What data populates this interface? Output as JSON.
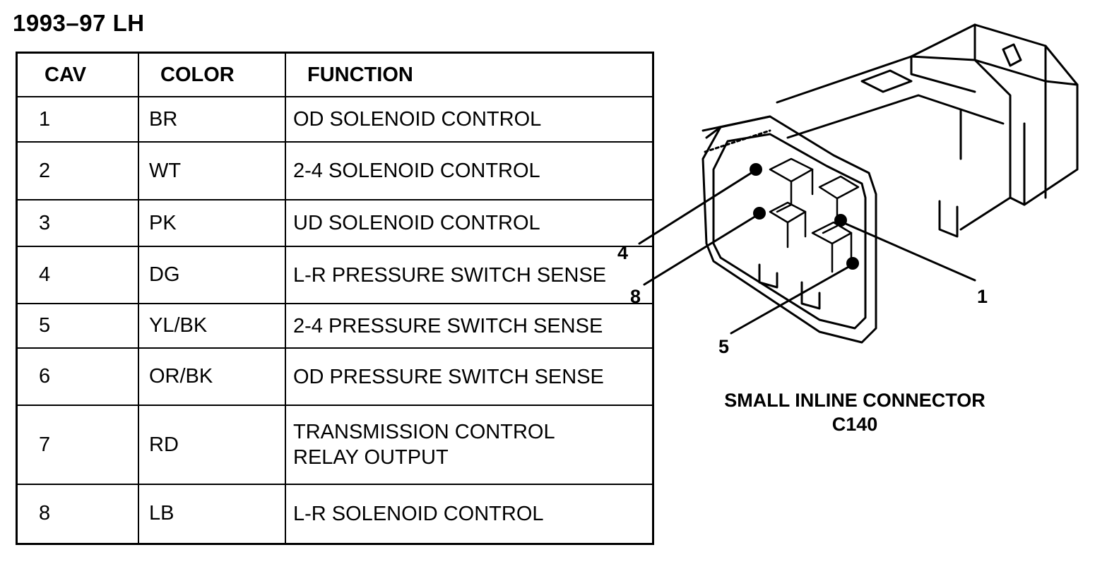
{
  "title": "1993–97 LH",
  "table": {
    "headers": [
      "CAV",
      "COLOR",
      "FUNCTION"
    ],
    "rows": [
      {
        "cav": "1",
        "color": "BR",
        "function": [
          "OD SOLENOID CONTROL"
        ]
      },
      {
        "cav": "2",
        "color": "WT",
        "function": [
          "2-4 SOLENOID CONTROL"
        ]
      },
      {
        "cav": "3",
        "color": "PK",
        "function": [
          "UD SOLENOID CONTROL"
        ]
      },
      {
        "cav": "4",
        "color": "DG",
        "function": [
          "L-R PRESSURE SWITCH SENSE"
        ]
      },
      {
        "cav": "5",
        "color": "YL/BK",
        "function": [
          "2-4 PRESSURE SWITCH SENSE"
        ]
      },
      {
        "cav": "6",
        "color": "OR/BK",
        "function": [
          "OD PRESSURE SWITCH SENSE"
        ]
      },
      {
        "cav": "7",
        "color": "RD",
        "function": [
          "TRANSMISSION CONTROL",
          "RELAY OUTPUT"
        ]
      },
      {
        "cav": "8",
        "color": "LB",
        "function": [
          "L-R SOLENOID CONTROL"
        ]
      }
    ]
  },
  "connector": {
    "pin_labels": {
      "p4": "4",
      "p8": "8",
      "p1": "1",
      "p5": "5"
    },
    "caption_line1": "SMALL INLINE CONNECTOR",
    "caption_line2": "C140"
  }
}
